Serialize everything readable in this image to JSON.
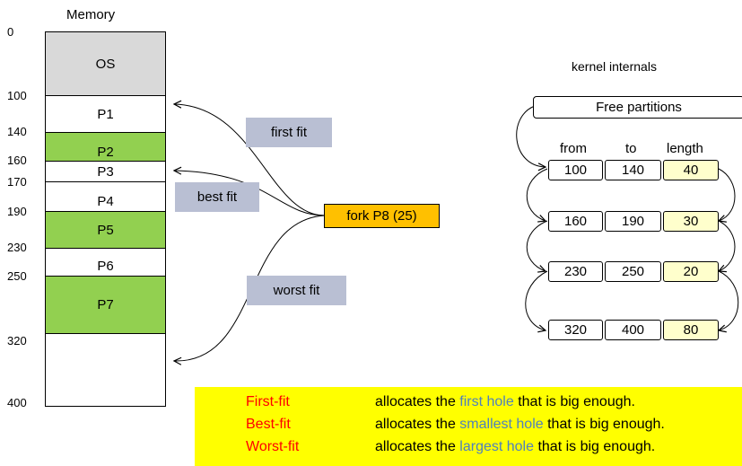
{
  "memory": {
    "title": "Memory",
    "addresses": [
      "0",
      "100",
      "140",
      "160",
      "170",
      "190",
      "230",
      "250",
      "320",
      "400"
    ],
    "segments": [
      {
        "label": "OS",
        "start": 0,
        "end": 100,
        "fill": "#d9d9d9"
      },
      {
        "label": "P1",
        "start": 100,
        "end": 140,
        "fill": "#ffffff"
      },
      {
        "label": "P2",
        "start": 140,
        "end": 160,
        "fill": "#92d050"
      },
      {
        "label": "P3",
        "start": 160,
        "end": 170,
        "fill": "#ffffff"
      },
      {
        "label": "P4",
        "start": 170,
        "end": 190,
        "fill": "#ffffff"
      },
      {
        "label": "P5",
        "start": 190,
        "end": 230,
        "fill": "#92d050"
      },
      {
        "label": "P6",
        "start": 230,
        "end": 250,
        "fill": "#ffffff"
      },
      {
        "label": "P7",
        "start": 250,
        "end": 320,
        "fill": "#92d050"
      },
      {
        "label": "",
        "start": 320,
        "end": 400,
        "fill": "#ffffff"
      }
    ]
  },
  "strategies": {
    "first_fit": "first fit",
    "best_fit": "best fit",
    "worst_fit": "worst fit"
  },
  "fork": "fork P8 (25)",
  "kernel": {
    "title": "kernel internals",
    "free_partitions": "Free partitions",
    "headers": {
      "from": "from",
      "to": "to",
      "length": "length"
    },
    "rows": [
      {
        "from": "100",
        "to": "140",
        "length": "40"
      },
      {
        "from": "160",
        "to": "190",
        "length": "30"
      },
      {
        "from": "230",
        "to": "250",
        "length": "20"
      },
      {
        "from": "320",
        "to": "400",
        "length": "80"
      }
    ]
  },
  "legend": {
    "rows": [
      {
        "term": "First-fit",
        "pre": "allocates the ",
        "highlight": "first hole",
        "post": " that is big enough."
      },
      {
        "term": "Best-fit",
        "pre": "allocates the ",
        "highlight": "smallest hole",
        "post": " that is big enough."
      },
      {
        "term": "Worst-fit",
        "pre": "allocates the ",
        "highlight": "largest hole",
        "post": " that is big enough."
      }
    ]
  },
  "colors": {
    "os": "#d9d9d9",
    "allocated": "#92d050",
    "fork_box": "#ffc000",
    "label_box": "#b9bfd3",
    "legend_bg": "#ffff00",
    "term": "#ff0000",
    "highlight": "#4f81bd",
    "length_cell": "#ffffcc"
  }
}
